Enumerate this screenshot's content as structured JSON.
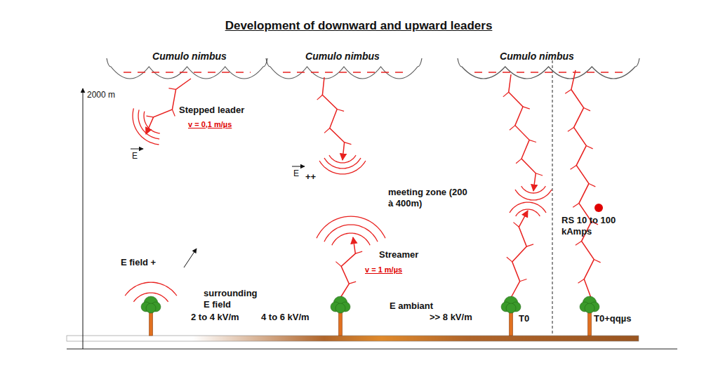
{
  "diagram": {
    "title": "Development of downward and upward leaders",
    "labels": [
      "Cumulo nimbus",
      "Cumulo nimbus",
      "Cumulo nimbus",
      "2000 m",
      "Stepped leader",
      "v = 0,1 m/µs",
      "E",
      "E",
      "++",
      "meeting zone (200 à 400m)",
      "RS 10 to 100 kAmps",
      "E field +",
      "Streamer",
      "v = 1 m/µs",
      "surrounding E field",
      "2 to 4 kV/m",
      "4 to 6 kV/m",
      "E ambiant",
      ">> 8 kV/m",
      "T0",
      "T0+qqµs"
    ]
  }
}
